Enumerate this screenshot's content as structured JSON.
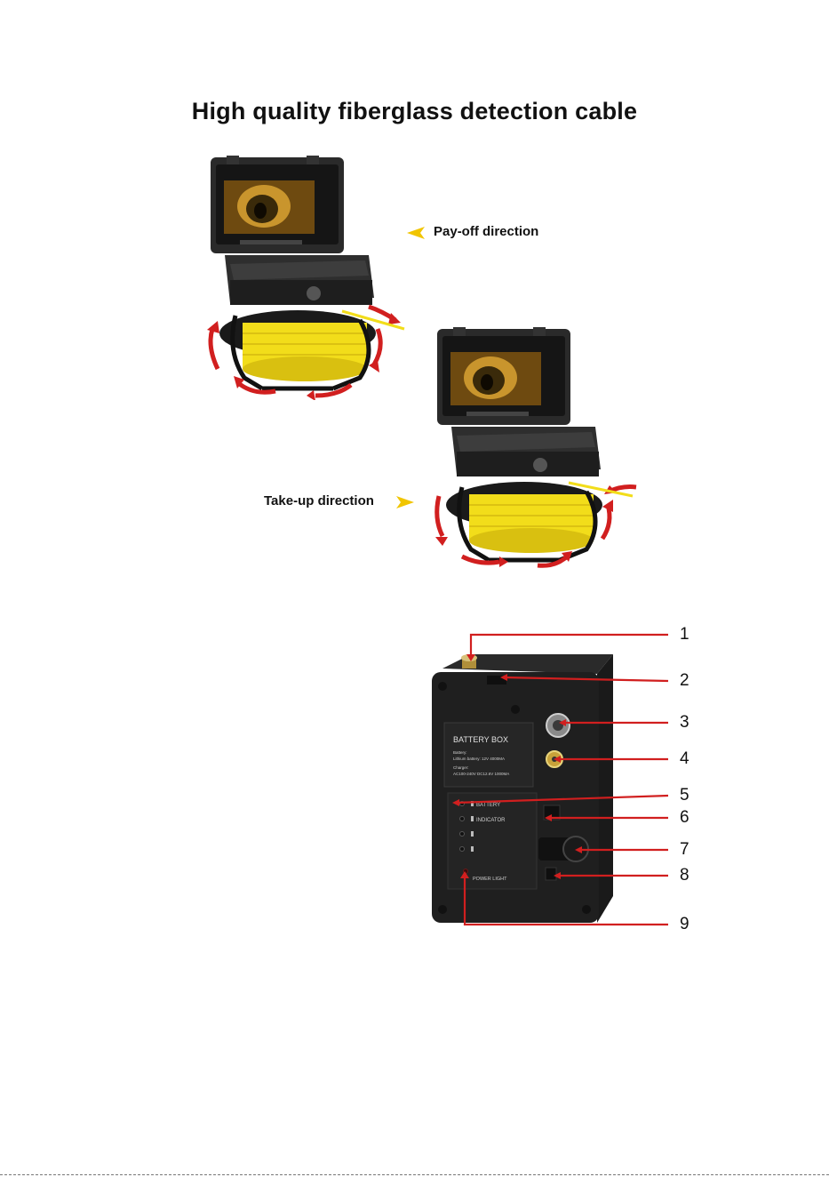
{
  "title": "High quality fiberglass detection cable",
  "labels": {
    "payoff": "Pay-off direction",
    "takeup": "Take-up direction"
  },
  "battery_box": {
    "heading": "BATTERY BOX",
    "line1": "Battery:",
    "line2": "Lithium battery: 12V 4000MA",
    "line3": "Charger:",
    "line4": "AC100-240V DC12.6V 1000MA",
    "battery": "BATTERY",
    "indicator": "INDICATOR",
    "power_light": "POWER LIGHT"
  },
  "callouts": [
    "1",
    "2",
    "3",
    "4",
    "5",
    "6",
    "7",
    "8",
    "9"
  ],
  "colors": {
    "arrow_red": "#d11f1f",
    "cable_yellow": "#f2dd1a",
    "label_arrow_yellow": "#f1c500"
  }
}
